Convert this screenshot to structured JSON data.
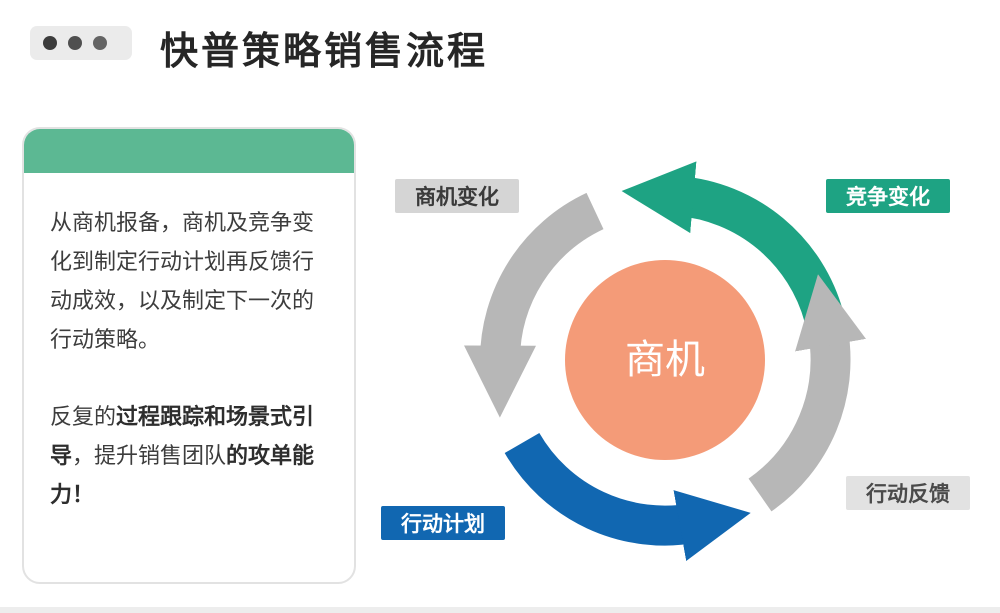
{
  "header": {
    "title": "快普策略销售流程"
  },
  "card": {
    "paragraph1": "从商机报备，商机及竞争变化到制定行动计划再反馈行动成效，以及制定下一次的行动策略。",
    "paragraph2_segments": [
      {
        "text": "反复的",
        "bold": false
      },
      {
        "text": "过程跟踪和场景式引导",
        "bold": true
      },
      {
        "text": "，提升销售团队",
        "bold": false
      },
      {
        "text": "的攻单能力！",
        "bold": true
      }
    ]
  },
  "diagram": {
    "center_label": "商机",
    "labels": {
      "top_left": "商机变化",
      "top_right": "竞争变化",
      "bottom_left": "行动计划",
      "bottom_right": "行动反馈"
    },
    "colors": {
      "teal": "#1ea383",
      "blue": "#1167b1",
      "gray": "#b7b7b7",
      "orange": "#f49b78",
      "label_gray_bg": "#d5d5d5",
      "label_light_gray_bg": "#e2e2e2",
      "card_header_green": "#5cb893"
    }
  }
}
